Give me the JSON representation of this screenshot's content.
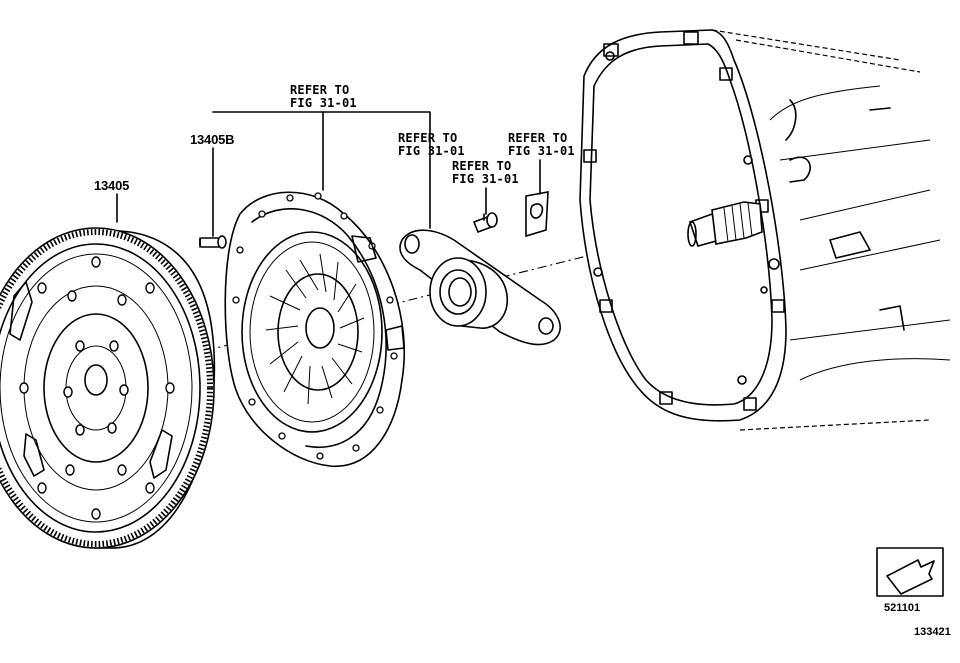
{
  "parts": {
    "flywheel": "13405",
    "bolt": "13405B"
  },
  "refs": [
    {
      "line1": "REFER TO",
      "line2": "FIG 31-01"
    },
    {
      "line1": "REFER TO",
      "line2": "FIG 31-01"
    },
    {
      "line1": "REFER TO",
      "line2": "FIG 31-01"
    },
    {
      "line1": "REFER TO",
      "line2": "FIG 31-01"
    }
  ],
  "footer": {
    "code": "521101",
    "illustration_id": "133421"
  }
}
